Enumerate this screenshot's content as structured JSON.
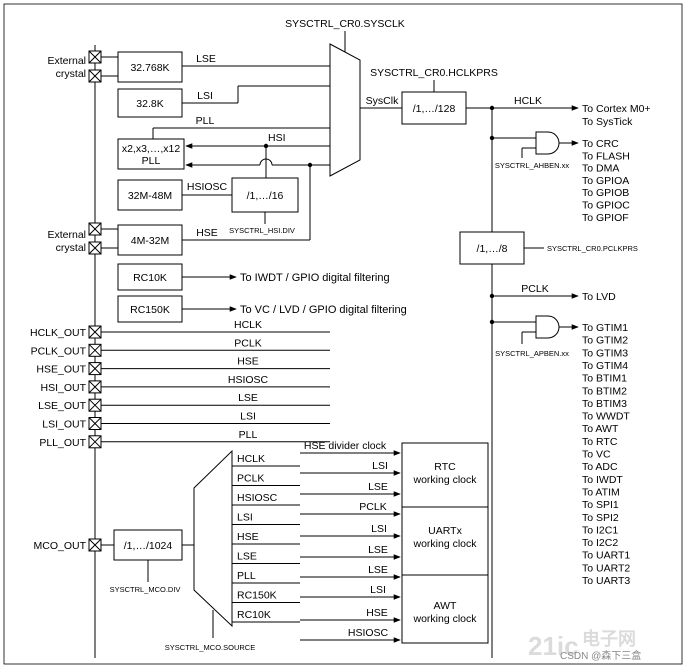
{
  "sysctrl_cr0_sysclk": "SYSCTRL_CR0.SYSCLK",
  "sysctrl_cr0_hclkprs": "SYSCTRL_CR0.HCLKPRS",
  "sysctrl_cr0_pclkprs": "SYSCTRL_CR0.PCLKPRS",
  "sysctrl_ahben": "SYSCTRL_AHBEN.xx",
  "sysctrl_apben": "SYSCTRL_APBEN.xx",
  "sysctrl_hsi_div": "SYSCTRL_HSI.DIV",
  "sysctrl_mco_div": "SYSCTRL_MCO.DIV",
  "sysctrl_mco_source": "SYSCTRL_MCO.SOURCE",
  "external_crystal_1": [
    "External",
    "crystal"
  ],
  "external_crystal_2": [
    "External",
    "crystal"
  ],
  "boxes": {
    "osc_32768k": "32.768K",
    "osc_328k": "32.8K",
    "pll": [
      "x2,x3,…,x12",
      "PLL"
    ],
    "osc_32m48m": "32M-48M",
    "hsi_div": "/1,…/16",
    "osc_4m32m": "4M-32M",
    "rc10k": "RC10K",
    "rc150k": "RC150K",
    "hclk_div": "/1,…/128",
    "pclk_div": "/1,…/8",
    "mco_div": "/1,…/1024",
    "rtc": [
      "RTC",
      "working clock"
    ],
    "uart": [
      "UARTx",
      "working clock"
    ],
    "awt": [
      "AWT",
      "working clock"
    ]
  },
  "signals": {
    "lse": "LSE",
    "lsi": "LSI",
    "pll": "PLL",
    "hsi": "HSI",
    "hsiosc": "HSIOSC",
    "hse": "HSE",
    "sysclk": "SysClk",
    "hclk": "HCLK",
    "pclk": "PCLK"
  },
  "rc10k_target": "To IWDT / GPIO digital filtering",
  "rc150k_target": "To VC / LVD / GPIO digital filtering",
  "hclk_targets": [
    "To Cortex M0+",
    "To SysTick"
  ],
  "ahb_targets": [
    "To CRC",
    "To FLASH",
    "To DMA",
    "To GPIOA",
    "To GPIOB",
    "To GPIOC",
    "To GPIOF"
  ],
  "pclk_target": "To LVD",
  "apb_targets": [
    "To GTIM1",
    "To GTIM2",
    "To GTIM3",
    "To GTIM4",
    "To BTIM1",
    "To BTIM2",
    "To BTIM3",
    "To WWDT",
    "To AWT",
    "To RTC",
    "To VC",
    "To ADC",
    "To IWDT",
    "To ATIM",
    "To SPI1",
    "To SPI2",
    "To I2C1",
    "To I2C2",
    "To UART1",
    "To UART2",
    "To UART3"
  ],
  "out_pins": [
    {
      "pin": "HCLK_OUT",
      "signal": "HCLK"
    },
    {
      "pin": "PCLK_OUT",
      "signal": "PCLK"
    },
    {
      "pin": "HSE_OUT",
      "signal": "HSE"
    },
    {
      "pin": "HSI_OUT",
      "signal": "HSIOSC"
    },
    {
      "pin": "LSE_OUT",
      "signal": "LSE"
    },
    {
      "pin": "LSI_OUT",
      "signal": "LSI"
    },
    {
      "pin": "PLL_OUT",
      "signal": "PLL"
    }
  ],
  "mco_pin": "MCO_OUT",
  "mco_inputs": [
    "HCLK",
    "PCLK",
    "HSIOSC",
    "LSI",
    "HSE",
    "LSE",
    "PLL",
    "RC150K",
    "RC10K"
  ],
  "rtc_inputs": [
    "HSE divider clock",
    "LSI",
    "LSE"
  ],
  "uart_inputs": [
    "PCLK",
    "LSI",
    "LSE",
    "LSE"
  ],
  "awt_inputs": [
    "LSI",
    "HSE",
    "HSIOSC"
  ],
  "watermark": [
    "21ic",
    "电子网",
    "CSDN @森下三盒"
  ]
}
